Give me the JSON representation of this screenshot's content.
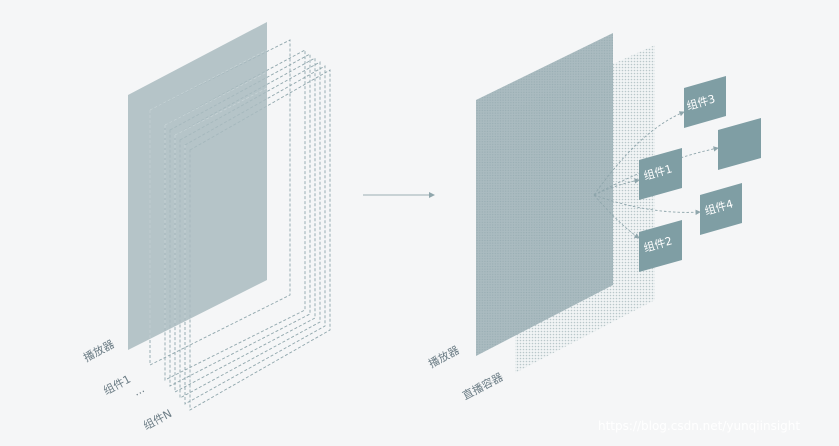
{
  "left": {
    "player_label": "播放器",
    "component1_label": "组件1",
    "ellipsis": "...",
    "componentN_label": "组件N"
  },
  "right": {
    "player_label": "播放器",
    "container_label": "直播容器",
    "tiles": {
      "c1": "组件1",
      "c2": "组件2",
      "c3": "组件3",
      "c4": "组件4",
      "blank": ""
    }
  },
  "watermark": "https://blog.csdn.net/yunqiinsight",
  "colors": {
    "player": "#a9bbc0",
    "container_dots": "#c3cfd2",
    "tile": "#7f9ea4",
    "dashed": "#8fa6ac",
    "arrow": "#8fa6ac",
    "label": "#6b7c85",
    "background": "#f5f6f7"
  }
}
